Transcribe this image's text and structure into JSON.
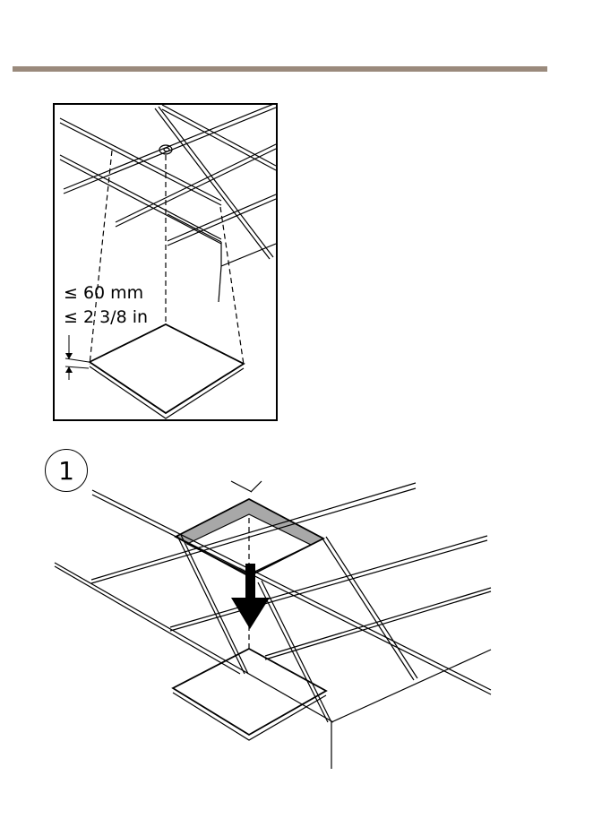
{
  "header": {
    "bar_color": "#9a8a7c"
  },
  "detail_panel": {
    "dimension_mm": "≤ 60 mm",
    "dimension_in": "≤ 2 3/8 in",
    "camera_icon": "camera-dome-icon"
  },
  "step": {
    "number": "1",
    "arrow_icon": "arrow-down-icon",
    "highlight_color": "#a8a8a8"
  }
}
